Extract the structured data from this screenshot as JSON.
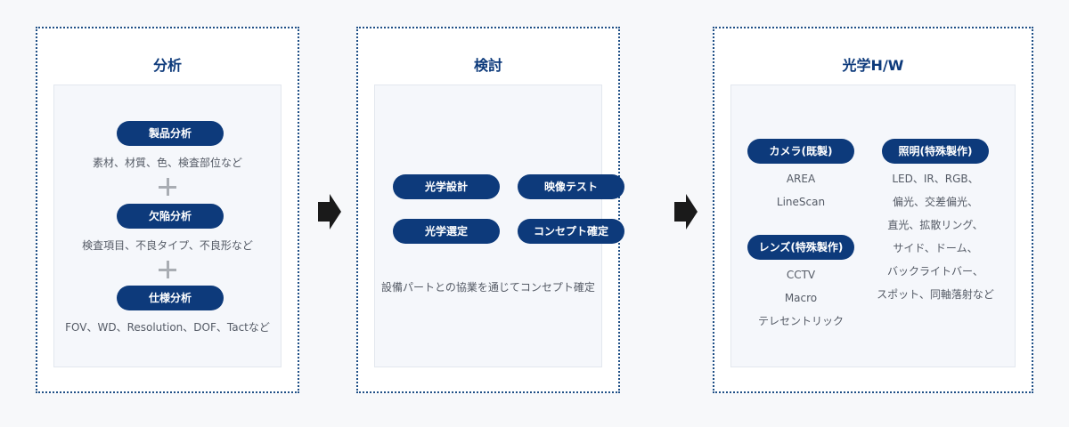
{
  "panels": {
    "analysis": {
      "title": "分析",
      "items": [
        {
          "label": "製品分析",
          "desc": "素材、材質、色、検査部位など"
        },
        {
          "label": "欠陥分析",
          "desc": "検査項目、不良タイプ、不良形など"
        },
        {
          "label": "仕様分析",
          "desc": "FOV、WD、Resolution、DOF、Tactなど"
        }
      ]
    },
    "review": {
      "title": "検討",
      "buttons": [
        "光学設計",
        "映像テスト",
        "光学選定",
        "コンセプト確定"
      ],
      "desc": "設備パートとの協業を通じてコンセプト確定"
    },
    "optical": {
      "title": "光学H/W",
      "camera": {
        "label": "カメラ(既製)",
        "items": [
          "AREA",
          "LineScan"
        ]
      },
      "lens": {
        "label": "レンズ(特殊製作)",
        "items": [
          "CCTV",
          "Macro",
          "テレセントリック"
        ]
      },
      "lighting": {
        "label": "照明(特殊製作)",
        "items": [
          "LED、IR、RGB、",
          "偏光、交差偏光、",
          "直光、拡散リング、",
          "サイド、ドーム、",
          "バックライトバー、",
          "スポット、同軸落射など"
        ]
      }
    }
  },
  "colors": {
    "accent": "#0d3a7b",
    "plus": "#a9adb3",
    "arrow": "#1a1a1a"
  }
}
